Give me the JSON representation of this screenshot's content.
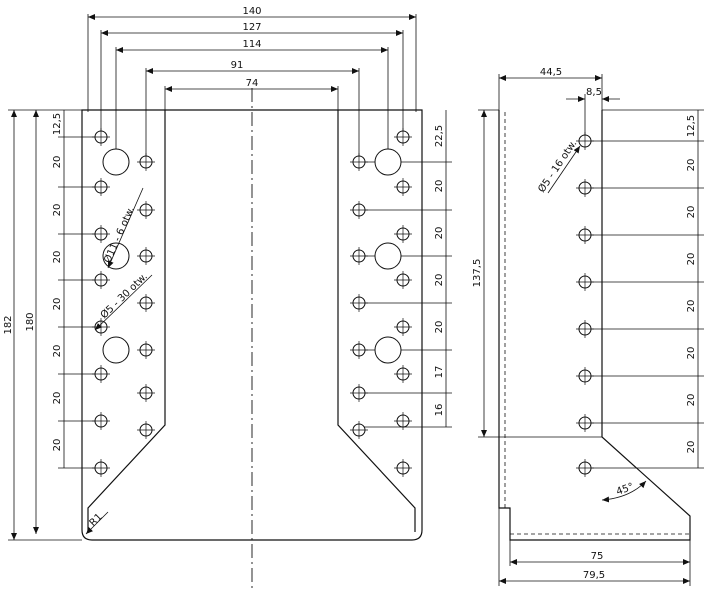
{
  "front_view": {
    "width_dims": [
      "140",
      "127",
      "114",
      "91",
      "74"
    ],
    "height_dims": [
      "182",
      "180"
    ],
    "left_spacings": [
      "12,5",
      "20",
      "20",
      "20",
      "20",
      "20",
      "20",
      "20"
    ],
    "right_spacings": [
      "22,5",
      "20",
      "20",
      "20",
      "20",
      "17",
      "16"
    ],
    "callout_large": "Ø11 - 6 otw.",
    "callout_small": "Ø5 - 30 otw.",
    "radius": "R1"
  },
  "side_view": {
    "width_dims": [
      "44,5",
      "8,5"
    ],
    "height_dim": "137,5",
    "spacings": [
      "12,5",
      "20",
      "20",
      "20",
      "20",
      "20",
      "20",
      "20"
    ],
    "callout": "Ø5 - 16 otw.",
    "angle": "45°",
    "bottom_dims": [
      "75",
      "79,5"
    ]
  }
}
